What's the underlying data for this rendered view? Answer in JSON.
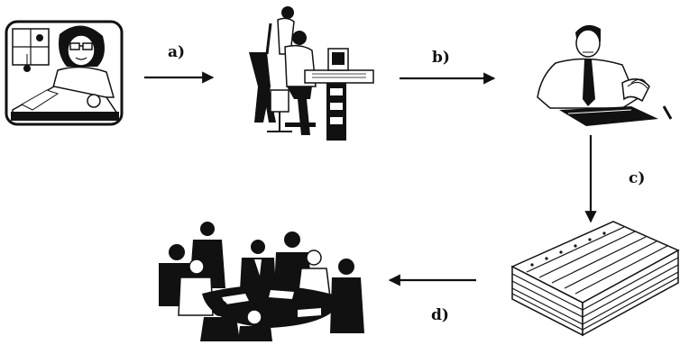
{
  "steps": [
    {
      "id": "a",
      "label": "a)"
    },
    {
      "id": "b",
      "label": "b)"
    },
    {
      "id": "c",
      "label": "c)"
    },
    {
      "id": "d",
      "label": "d)"
    }
  ],
  "colors": {
    "ink": "#111111",
    "paper": "#ffffff",
    "tint": "#9a9a9a"
  },
  "nodes": [
    {
      "name": "researcher-at-desk-illustration"
    },
    {
      "name": "computer-operators-illustration"
    },
    {
      "name": "typist-at-terminal-illustration"
    },
    {
      "name": "stack-of-printouts-illustration"
    },
    {
      "name": "business-meeting-illustration"
    }
  ]
}
